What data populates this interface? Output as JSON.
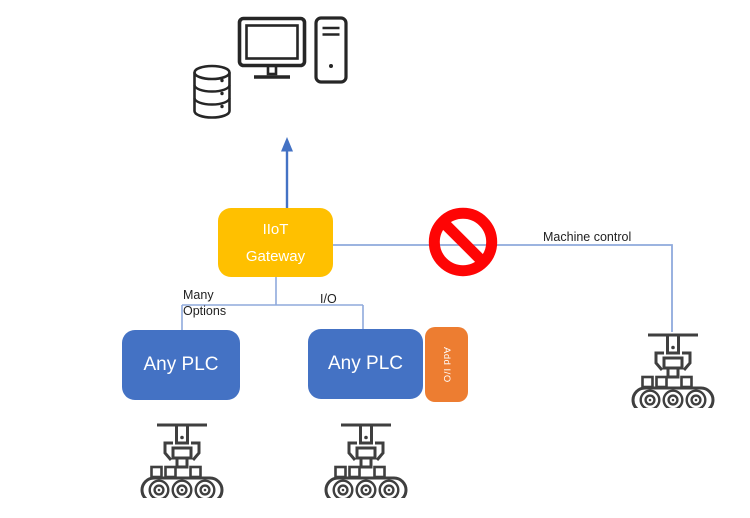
{
  "nodes": {
    "gateway": {
      "line1": "IIoT",
      "line2": "Gateway",
      "color": "#FFC000",
      "text_color": "#FFFFFF"
    },
    "plc_left": {
      "label": "Any PLC",
      "color": "#4472C4",
      "text_color": "#FFFFFF"
    },
    "plc_right": {
      "label": "Any PLC",
      "color": "#4472C4",
      "text_color": "#FFFFFF"
    },
    "add_io": {
      "label": "Add I/O",
      "color": "#ED7D31",
      "text_color": "#FFFFFF"
    }
  },
  "labels": {
    "many_options_line1": "Many",
    "many_options_line2": "Options",
    "io": "I/O",
    "machine_control": "Machine control"
  },
  "icons": {
    "server_cluster": [
      "database-icon",
      "monitor-icon",
      "pc-tower-icon"
    ],
    "prohibition": "no-entry-icon",
    "machine": "robot-gripper-conveyor-icon"
  },
  "colors": {
    "connector": "#8FAADC",
    "arrow": "#4472C4",
    "prohibition": "#FE0505",
    "label_text": "#1F1F1F"
  }
}
